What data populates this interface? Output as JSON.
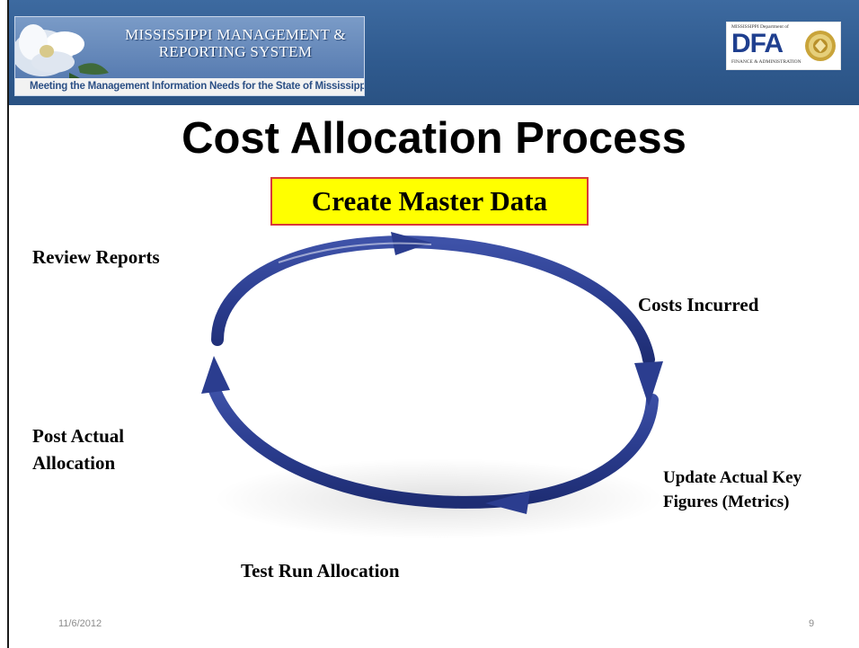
{
  "header": {
    "logo_title": "MISSISSIPPI MANAGEMENT & REPORTING SYSTEM",
    "logo_tagline": "Meeting the Management Information Needs for the State of Mississippi",
    "dfa_logo_text": "DFA",
    "dfa_top_text": "MISSISSIPPI Department of",
    "dfa_bottom_text": "FINANCE & ADMINISTRATION",
    "banner_color": "#2f5a8e"
  },
  "slide": {
    "title": "Cost Allocation Process",
    "highlight_box": "Create Master Data",
    "cycle_color": "#2b3d8f",
    "steps": [
      "Review Reports",
      "Costs Incurred",
      "Update Actual Key Figures (Metrics)",
      "Test Run Allocation",
      "Post Actual Allocation"
    ]
  },
  "footer": {
    "date": "11/6/2012",
    "page_number": "9"
  }
}
